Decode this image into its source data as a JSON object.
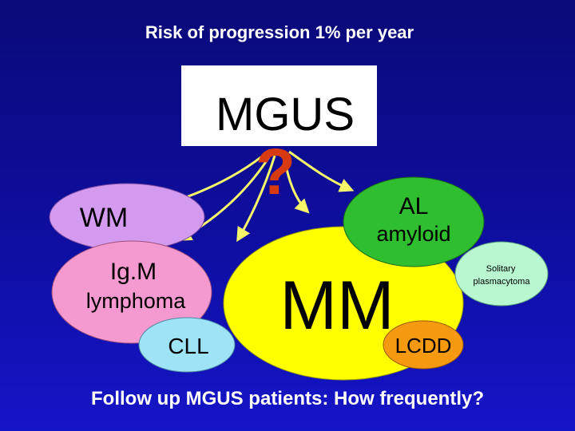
{
  "slide": {
    "title": "Risk of progression 1% per year",
    "footer": "Follow up MGUS patients: How frequently?"
  },
  "nodes": {
    "mgus": "MGUS",
    "question": "?",
    "wm": "WM",
    "igm_line1": "Ig.M",
    "igm_line2": "lymphoma",
    "cll": "CLL",
    "mm": "MM",
    "al_line1": "AL",
    "al_line2": "amyloid",
    "solitary_line1": "Solitary",
    "solitary_line2": "plasmacytoma",
    "lcdd": "LCDD"
  },
  "colors": {
    "background": "#0e0ea0",
    "mgus_box": "#ffffff",
    "question": "#d83a10",
    "arrows": "#f5f56a",
    "wm": "#d39af0",
    "igm": "#f59ad0",
    "cll": "#9ee3f6",
    "mm": "#ffff00",
    "al": "#2fbe2f",
    "solitary": "#b8f7d0",
    "lcdd": "#f59a10"
  }
}
